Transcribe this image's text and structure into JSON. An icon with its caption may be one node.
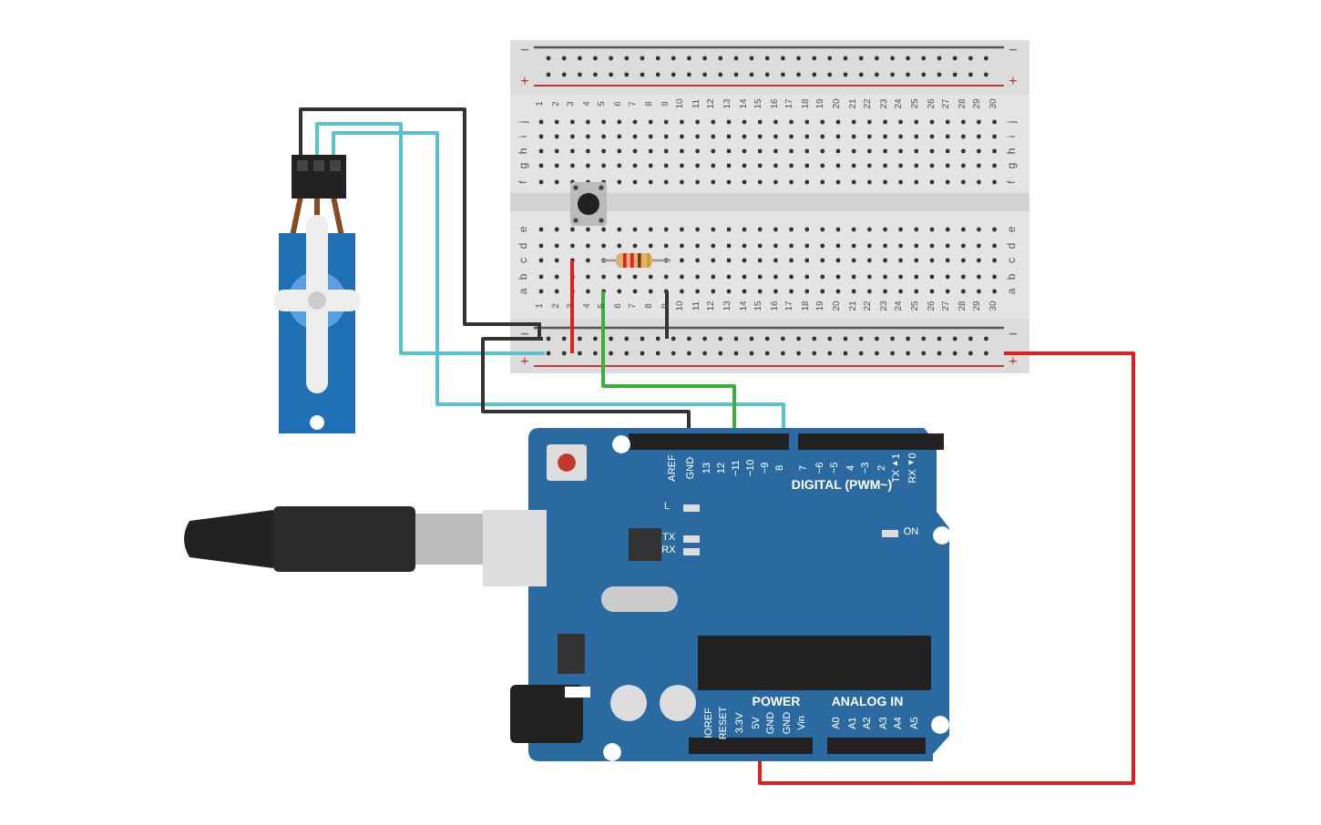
{
  "diagram": {
    "nodes": [
      {
        "text": [],
        "shape": "picture"
      },
      {
        "text": [],
        "shape": "picture",
        "in": 0
      },
      {
        "text": [],
        "shape": "picture",
        "in": 0
      },
      {
        "text": [],
        "shape": "picture"
      },
      {
        "text": [],
        "shape": "picture"
      },
      {
        "text": [],
        "shape": "picture"
      }
    ],
    "edges": [
      {
        "from": 3,
        "to": 0,
        "arrow": "none",
        "color": "#333333"
      },
      {
        "from": 3,
        "to": 0,
        "arrow": "none",
        "color": "#5bc0d0"
      },
      {
        "from": 3,
        "to": 4,
        "arrow": "none",
        "color": "#5bc0d0"
      },
      {
        "from": 0,
        "to": 4,
        "arrow": "none",
        "color": "#333333"
      },
      {
        "from": 0,
        "to": 4,
        "arrow": "none",
        "color": "#3ab03a"
      },
      {
        "from": 0,
        "to": 4,
        "arrow": "none",
        "color": "#e02020"
      }
    ],
    "labels": [
      "−",
      "−",
      "+",
      "+",
      "1",
      "2",
      "3",
      "4",
      "5",
      "6",
      "7",
      "8",
      "9",
      "10",
      "11",
      "12",
      "13",
      "14",
      "15",
      "16",
      "17",
      "18",
      "19",
      "20",
      "21",
      "22",
      "23",
      "24",
      "25",
      "26",
      "27",
      "28",
      "29",
      "30",
      "j",
      "j",
      "i",
      "i",
      "h",
      "h",
      "g",
      "g",
      "f",
      "f",
      "e",
      "e",
      "d",
      "d",
      "c",
      "c",
      "b",
      "b",
      "a",
      "a",
      "1",
      "2",
      "3",
      "4",
      "5",
      "6",
      "7",
      "8",
      "9",
      "10",
      "11",
      "12",
      "13",
      "14",
      "15",
      "16",
      "17",
      "18",
      "19",
      "20",
      "21",
      "22",
      "23",
      "24",
      "25",
      "26",
      "27",
      "28",
      "29",
      "30",
      "−",
      "−",
      "+",
      "+",
      "AREF",
      "GND",
      "13",
      "12",
      "~11",
      "~10",
      "~9",
      "8",
      "7",
      "~6",
      "~5",
      "4",
      "~3",
      "2",
      "TX▸1",
      "RX◂0",
      "DIGITAL (PWM~)",
      "L",
      "TX",
      "RX",
      "ON",
      "POWER",
      "ANALOG IN",
      "IOREF",
      "RESET",
      "3.3V",
      "5V",
      "GND",
      "GND",
      "Vin",
      "A0",
      "A1",
      "A2",
      "A3",
      "A4",
      "A5"
    ]
  }
}
